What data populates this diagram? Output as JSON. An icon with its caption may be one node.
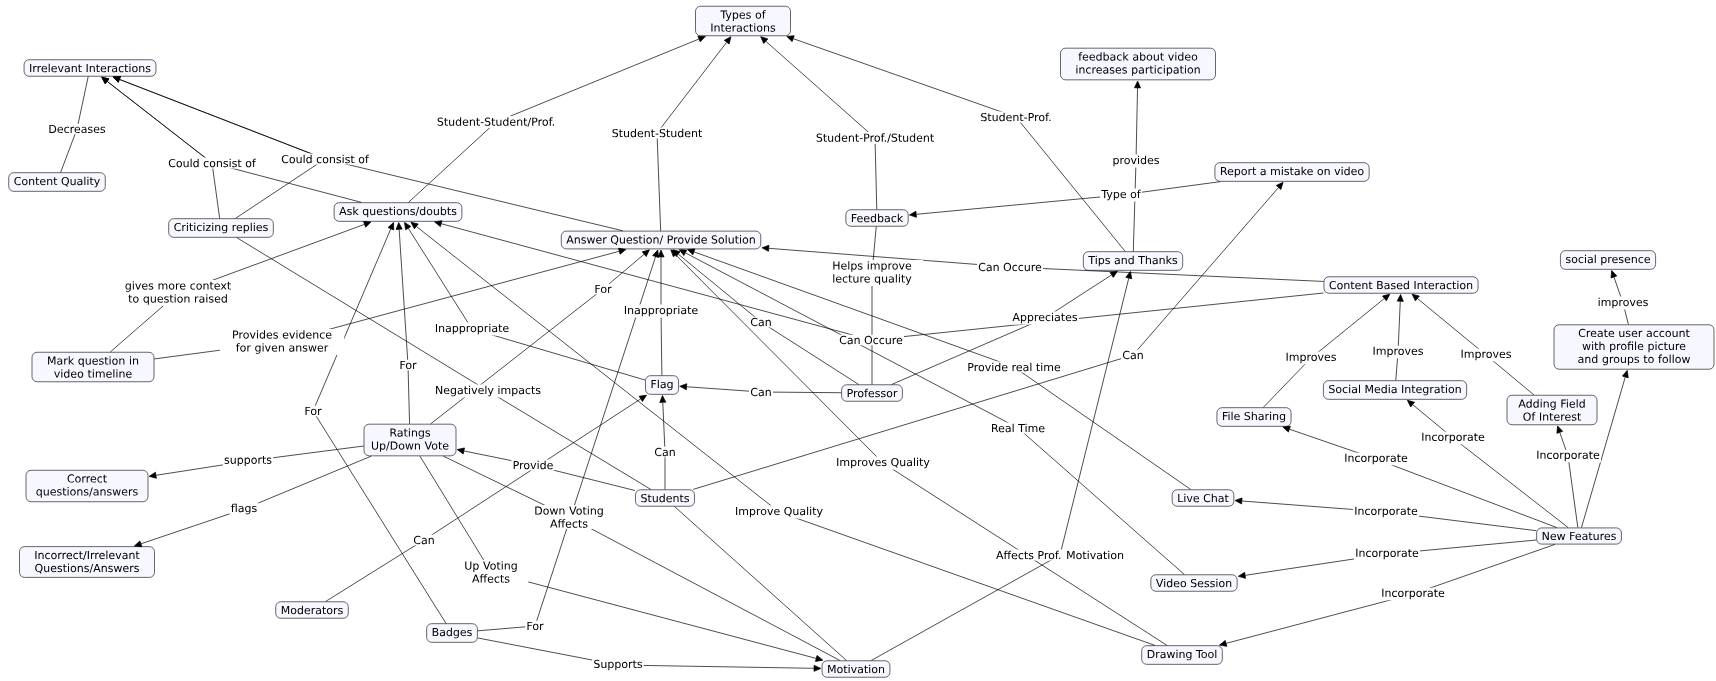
{
  "diagram": {
    "nodes": [
      {
        "text": [
          "Types of Interactions"
        ]
      },
      {
        "text": [
          "Irrelevant Interactions"
        ]
      },
      {
        "text": [
          "Content Quality"
        ]
      },
      {
        "text": [
          "feedback about video increases participation"
        ]
      },
      {
        "text": [
          "Report a mistake on video"
        ]
      },
      {
        "text": [
          "Ask questions/doubts"
        ]
      },
      {
        "text": [
          "Criticizing replies"
        ]
      },
      {
        "text": [
          "Feedback"
        ]
      },
      {
        "text": [
          "Answer Question/ Provide Solution"
        ]
      },
      {
        "text": [
          "Tips and Thanks"
        ]
      },
      {
        "text": [
          "Content Based Interaction"
        ]
      },
      {
        "text": [
          "social presence"
        ]
      },
      {
        "text": [
          "Create user account with profile picture and groups to follow"
        ]
      },
      {
        "text": [
          "Mark question in video timeline"
        ]
      },
      {
        "text": [
          "Flag"
        ]
      },
      {
        "text": [
          "Professor"
        ]
      },
      {
        "text": [
          "File Sharing"
        ]
      },
      {
        "text": [
          "Social Media Integration"
        ]
      },
      {
        "text": [
          "Adding Field Of Interest"
        ]
      },
      {
        "text": [
          "Ratings Up/Down Vote"
        ]
      },
      {
        "text": [
          "Correct questions/answers"
        ]
      },
      {
        "text": [
          "Incorrect/Irrelevant Questions/Answers"
        ]
      },
      {
        "text": [
          "Students"
        ]
      },
      {
        "text": [
          "Live Chat"
        ]
      },
      {
        "text": [
          "New Features"
        ]
      },
      {
        "text": [
          "Video Session"
        ]
      },
      {
        "text": [
          "Moderators"
        ]
      },
      {
        "text": [
          "Badges"
        ]
      },
      {
        "text": [
          "Motivation"
        ]
      },
      {
        "text": [
          "Drawing Tool"
        ]
      }
    ],
    "edges": [
      {
        "from": 1,
        "to": 2,
        "label": "Decreases",
        "arrow": "none"
      },
      {
        "from": 5,
        "to": 1,
        "label": "Could consist of",
        "arrow": "to"
      },
      {
        "from": 6,
        "to": 1,
        "arrow": "to"
      },
      {
        "from": 8,
        "to": 1,
        "label": "Could consist of",
        "arrow": "to"
      },
      {
        "from": 6,
        "to": 1,
        "arrow": "to"
      },
      {
        "from": 5,
        "to": 0,
        "label": "Student-Student/Prof.",
        "arrow": "to"
      },
      {
        "from": 8,
        "to": 0,
        "label": "Student-Student",
        "arrow": "to"
      },
      {
        "from": 7,
        "to": 0,
        "label": "Student-Prof./Student",
        "arrow": "to"
      },
      {
        "from": 9,
        "to": 0,
        "label": "Student-Prof.",
        "arrow": "to"
      },
      {
        "from": 9,
        "to": 3,
        "label": "provides",
        "arrow": "to"
      },
      {
        "from": 4,
        "to": 7,
        "label": "Type of",
        "arrow": "to"
      },
      {
        "from": 7,
        "to": 15,
        "label": "Helps improve lecture quality",
        "arrow": "none"
      },
      {
        "from": 10,
        "to": 8,
        "label": "Can Occure",
        "arrow": "to"
      },
      {
        "from": 10,
        "to": 5,
        "label": "Can Occure",
        "arrow": "to"
      },
      {
        "from": 13,
        "to": 5,
        "label": "gives more context to question raised",
        "arrow": "to"
      },
      {
        "from": 13,
        "to": 8,
        "label": "Provides evidence for given answer",
        "arrow": "to"
      },
      {
        "from": 14,
        "to": 5,
        "label": "Inappropriate",
        "arrow": "to"
      },
      {
        "from": 14,
        "to": 8,
        "label": "Inappropriate",
        "arrow": "to"
      },
      {
        "from": 19,
        "to": 5,
        "label": "For",
        "arrow": "to"
      },
      {
        "from": 27,
        "to": 5,
        "label": "For",
        "arrow": "to"
      },
      {
        "from": 19,
        "to": 8,
        "label": "For",
        "arrow": "to"
      },
      {
        "from": 27,
        "to": 8,
        "label": "For",
        "arrow": "to"
      },
      {
        "from": 15,
        "to": 14,
        "label": "Can",
        "arrow": "to"
      },
      {
        "from": 22,
        "to": 14,
        "label": "Can",
        "arrow": "to"
      },
      {
        "from": 15,
        "to": 8,
        "label": "Can",
        "arrow": "to"
      },
      {
        "from": 26,
        "to": 14,
        "label": "Can",
        "arrow": "to"
      },
      {
        "from": 15,
        "to": 9,
        "label": "Appreciates",
        "arrow": "to"
      },
      {
        "from": 22,
        "to": 4,
        "label": "Can",
        "arrow": "to"
      },
      {
        "from": 6,
        "to": 22,
        "label": "Negatively impacts",
        "arrow": "none"
      },
      {
        "from": 29,
        "to": 5,
        "label": "Improve Quality",
        "arrow": "to"
      },
      {
        "from": 29,
        "to": 8,
        "label": "Improves Quality",
        "arrow": "to"
      },
      {
        "from": 23,
        "to": 8,
        "label": "Provide real time",
        "arrow": "to"
      },
      {
        "from": 25,
        "to": 8,
        "label": "Real Time",
        "arrow": "to"
      },
      {
        "from": 22,
        "to": 19,
        "label": "Provide",
        "arrow": "to"
      },
      {
        "from": 19,
        "to": 20,
        "label": "supports",
        "arrow": "to"
      },
      {
        "from": 19,
        "to": 21,
        "label": "flags",
        "arrow": "to"
      },
      {
        "from": 19,
        "to": 28,
        "label": "Down Voting Affects",
        "arrow": "none"
      },
      {
        "from": 19,
        "to": 28,
        "label": "Up Voting Affects",
        "arrow": "to"
      },
      {
        "from": 22,
        "to": 28,
        "arrow": "none"
      },
      {
        "from": 27,
        "to": 28,
        "label": "Supports",
        "arrow": "to"
      },
      {
        "from": 28,
        "to": 9,
        "label": "Affects Prof. Motivation",
        "arrow": "to"
      },
      {
        "from": 16,
        "to": 10,
        "label": "Improves",
        "arrow": "to"
      },
      {
        "from": 17,
        "to": 10,
        "label": "Improves",
        "arrow": "to"
      },
      {
        "from": 18,
        "to": 10,
        "label": "Improves",
        "arrow": "to"
      },
      {
        "from": 12,
        "to": 11,
        "label": "improves",
        "arrow": "to"
      },
      {
        "from": 24,
        "to": 16,
        "label": "Incorporate",
        "arrow": "to"
      },
      {
        "from": 24,
        "to": 17,
        "label": "Incorporate",
        "arrow": "to"
      },
      {
        "from": 24,
        "to": 18,
        "label": "Incorporate",
        "arrow": "to"
      },
      {
        "from": 24,
        "to": 12,
        "arrow": "to"
      },
      {
        "from": 24,
        "to": 23,
        "label": "Incorporate",
        "arrow": "to"
      },
      {
        "from": 24,
        "to": 25,
        "label": "Incorporate",
        "arrow": "to"
      },
      {
        "from": 24,
        "to": 29,
        "label": "Incorporate",
        "arrow": "to"
      }
    ]
  }
}
